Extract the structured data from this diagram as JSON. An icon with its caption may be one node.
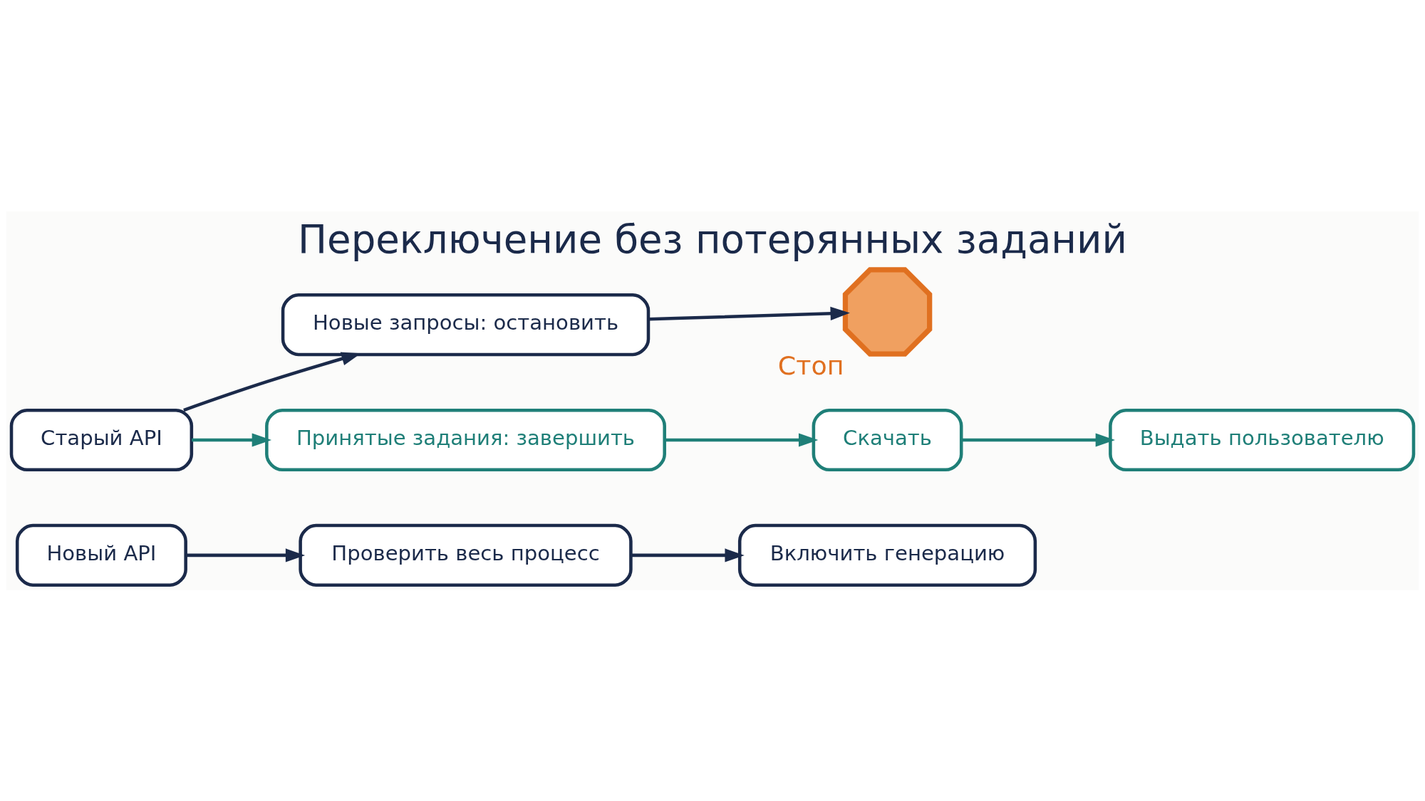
{
  "diagram": {
    "title": "Переключение без потерянных заданий",
    "nodes": [
      {
        "text": [
          "Старый API"
        ]
      },
      {
        "text": [
          "Новые запросы: остановить"
        ]
      },
      {
        "text": [],
        "shape": "octagon",
        "beside": [
          "Стоп"
        ]
      },
      {
        "text": [
          "Принятые задания: завершить"
        ]
      },
      {
        "text": [
          "Скачать"
        ]
      },
      {
        "text": [
          "Выдать пользователю"
        ]
      },
      {
        "text": [
          "Новый API"
        ]
      },
      {
        "text": [
          "Проверить весь процесс"
        ]
      },
      {
        "text": [
          "Включить генерацию"
        ]
      }
    ],
    "edges": [
      {
        "from": 0,
        "to": 1,
        "arrow": "to"
      },
      {
        "from": 0,
        "to": 3,
        "arrow": "to",
        "color": "#1f7f78"
      },
      {
        "from": 1,
        "to": 2,
        "arrow": "to"
      },
      {
        "from": 3,
        "to": 4,
        "arrow": "to",
        "color": "#1f7f78"
      },
      {
        "from": 4,
        "to": 5,
        "arrow": "to",
        "color": "#1f7f78"
      },
      {
        "from": 6,
        "to": 7,
        "arrow": "to"
      },
      {
        "from": 7,
        "to": 8,
        "arrow": "to"
      }
    ]
  }
}
